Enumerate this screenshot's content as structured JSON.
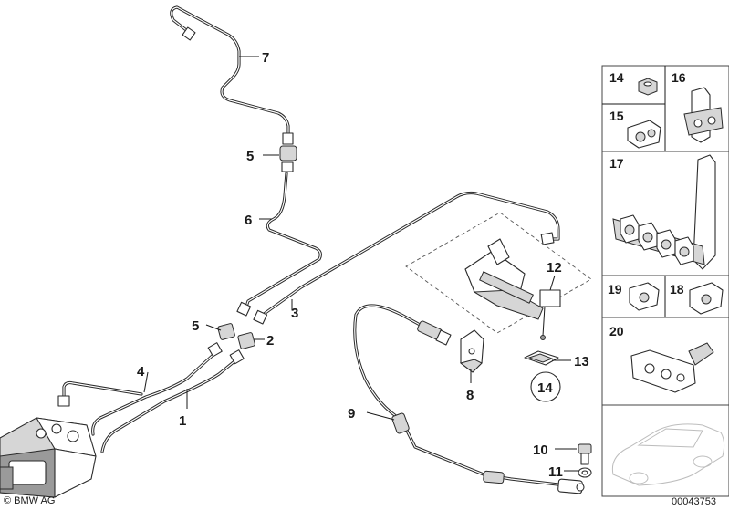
{
  "diagram": {
    "callouts": {
      "c1": "1",
      "c2": "2",
      "c3": "3",
      "c4": "4",
      "c5a": "5",
      "c5b": "5",
      "c6": "6",
      "c7": "7",
      "c8": "8",
      "c9": "9",
      "c10": "10",
      "c11": "11",
      "c12": "12",
      "c13": "13",
      "c14_circle": "14"
    },
    "side_panel": {
      "p14": "14",
      "p15": "15",
      "p16": "16",
      "p17": "17",
      "p18": "18",
      "p19": "19",
      "p20": "20"
    },
    "footer": {
      "copyright": "© BMW AG",
      "diagram_number": "00043753"
    }
  }
}
